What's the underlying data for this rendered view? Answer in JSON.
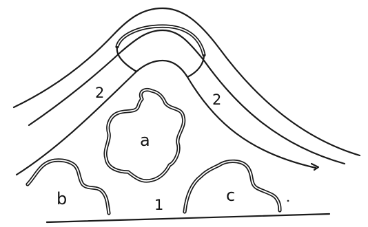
{
  "labels": {
    "region_1": "1",
    "region_2_left": "2",
    "region_2_right": "2",
    "shape_a": "a",
    "shape_b": "b",
    "shape_c": "c"
  }
}
